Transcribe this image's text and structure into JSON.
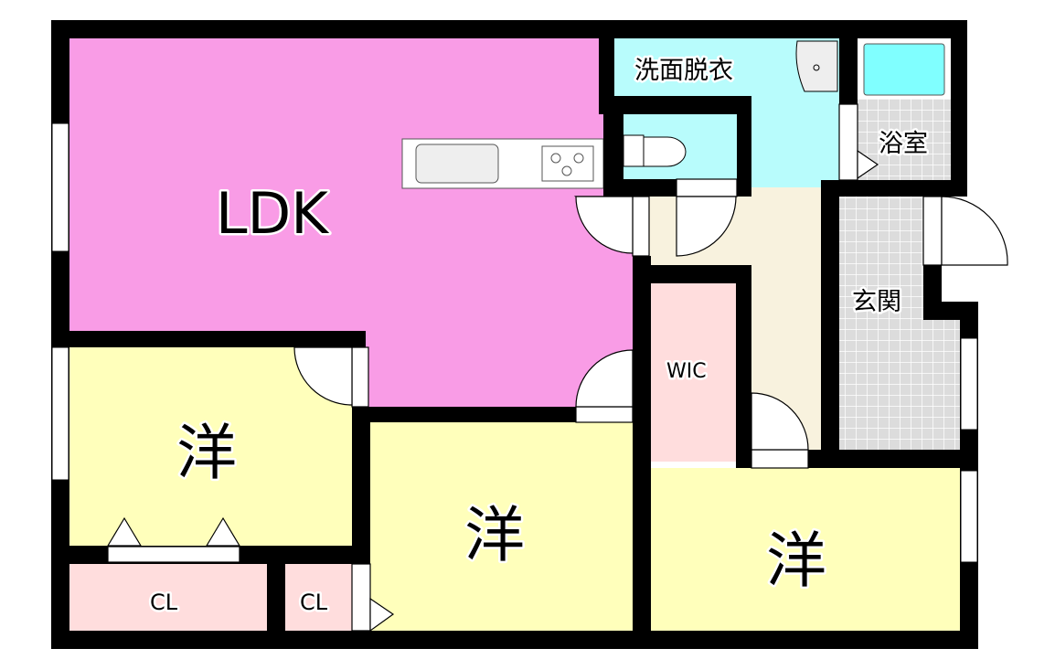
{
  "floor_plan": {
    "rooms": {
      "ldk": {
        "label": "LDK",
        "color": "#F99CE6"
      },
      "washroom": {
        "label": "洗面脱衣",
        "color": "#B8FCFC"
      },
      "bathroom": {
        "label": "浴室",
        "color": "#E0E0E0"
      },
      "entrance": {
        "label": "玄関",
        "color": "#E0E0E0"
      },
      "wic": {
        "label": "WIC",
        "color": "#FFDDDD"
      },
      "western_room_1": {
        "label": "洋",
        "color": "#FFFFBB"
      },
      "western_room_2": {
        "label": "洋",
        "color": "#FFFFBB"
      },
      "western_room_3": {
        "label": "洋",
        "color": "#FFFFBB"
      },
      "closet_1": {
        "label": "CL",
        "color": "#FFDDDD"
      },
      "closet_2": {
        "label": "CL",
        "color": "#FFDDDD"
      },
      "hallway": {
        "color": "#F8F2DE"
      }
    }
  }
}
